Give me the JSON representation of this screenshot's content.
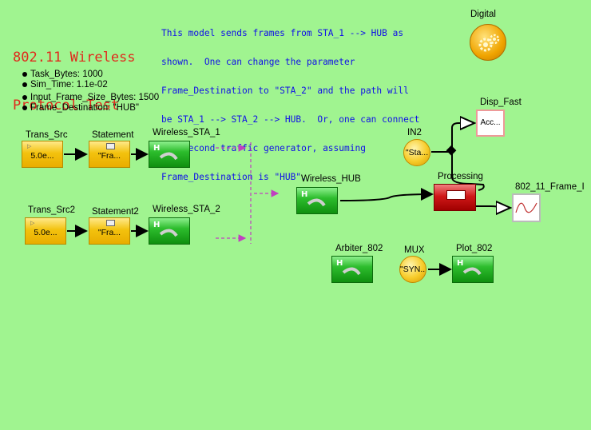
{
  "title": [
    "802.11 Wireless",
    "Protocol Test"
  ],
  "description": [
    "This model sends frames from STA_1 --> HUB as",
    "shown.  One can change the parameter",
    "Frame_Destination to \"STA_2\" and the path will",
    "be STA_1 --> STA_2 --> HUB.  Or, one can connect",
    "the second traffic generator, assuming",
    "Frame_Destination is \"HUB\"."
  ],
  "parameters": [
    "Task_Bytes: 1000",
    "Sim_Time: 1.1e-02",
    "Input_Frame_Size_Bytes: 1500",
    "Frame_Destination: \"HUB\""
  ],
  "blocks": {
    "trans_src": {
      "label": "Trans_Src",
      "value": "5.0e..."
    },
    "statement": {
      "label": "Statement",
      "value": "\"Fra..."
    },
    "wireless_sta_1": {
      "label": "Wireless_STA_1"
    },
    "trans_src2": {
      "label": "Trans_Src2",
      "value": "5.0e..."
    },
    "statement2": {
      "label": "Statement2",
      "value": "\"Fra..."
    },
    "wireless_sta_2": {
      "label": "Wireless_STA_2"
    },
    "wireless_hub": {
      "label": "Wireless_HUB"
    },
    "in2": {
      "label": "IN2",
      "value": "\"Sta..."
    },
    "processing": {
      "label": "Processing"
    },
    "disp_fast": {
      "label": "Disp_Fast",
      "value": "Acc..."
    },
    "frame_plot": {
      "label": "802_11_Frame_I"
    },
    "arbiter": {
      "label": "Arbiter_802"
    },
    "mux": {
      "label": "MUX",
      "value": "\"SYN..."
    },
    "plot_802": {
      "label": "Plot_802"
    },
    "digital": {
      "label": "Digital"
    }
  },
  "icon_letter": "H",
  "colors": {
    "background": "#a0f490",
    "title": "#e02a1c",
    "description": "#1010e8",
    "dashed_link": "#c040c0"
  }
}
